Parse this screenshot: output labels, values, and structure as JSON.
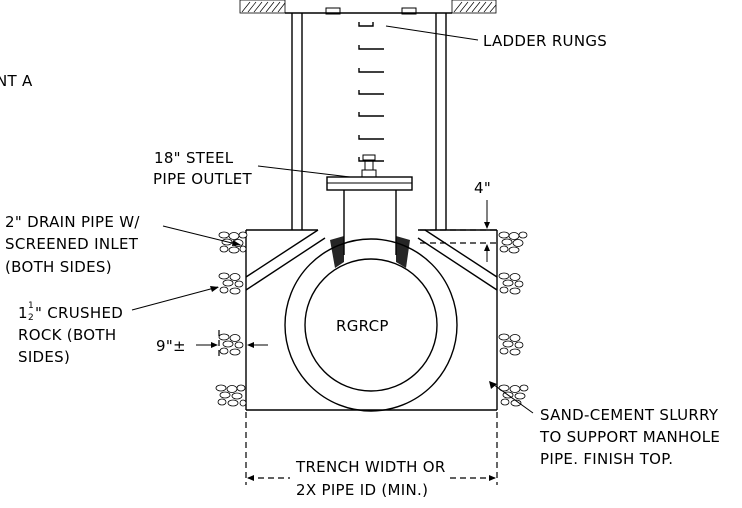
{
  "labels": {
    "ladder_rungs": "LADDER RUNGS",
    "steel_pipe_outlet_1": "18\" STEEL",
    "steel_pipe_outlet_2": "PIPE OUTLET",
    "clearance": "4\"",
    "drain_pipe_1": "2\" DRAIN PIPE W/",
    "drain_pipe_2": "SCREENED INLET",
    "drain_pipe_3": "(BOTH SIDES)",
    "crushed_rock_size": "1",
    "crushed_rock_frac_num": "1",
    "crushed_rock_frac_den": "2",
    "crushed_rock_1_rest": "\" CRUSHED",
    "crushed_rock_2": "ROCK (BOTH",
    "crushed_rock_3": "SIDES)",
    "rock_width": "9\"±",
    "pipe_name": "RGRCP",
    "slurry_1": "SAND-CEMENT SLURRY",
    "slurry_2": "TO SUPPORT MANHOLE",
    "slurry_3": "PIPE. FINISH TOP.",
    "trench_1": "TRENCH WIDTH OR",
    "trench_2": "2X PIPE ID (MIN.)",
    "cutoff_text": "NT A"
  }
}
